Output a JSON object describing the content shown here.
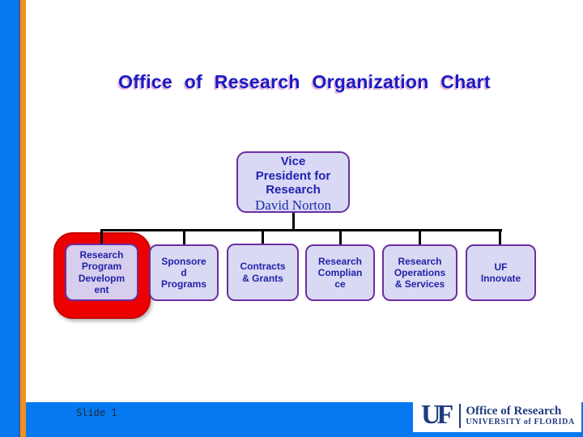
{
  "title": "Office of Research Organization Chart",
  "slide_label": "Slide 1",
  "org": {
    "root": {
      "title": "Vice\nPresident for\nResearch",
      "name": "David Norton"
    },
    "children": [
      {
        "display": "Research\nProgram\nDevelopm\nent",
        "highlighted": true
      },
      {
        "display": "Sponsore\nd\nPrograms",
        "highlighted": false
      },
      {
        "display": "Contracts\n& Grants",
        "highlighted": false
      },
      {
        "display": "Research\nComplian\nce",
        "highlighted": false
      },
      {
        "display": "Research\nOperations\n& Services",
        "highlighted": false
      },
      {
        "display": "UF\nInnovate",
        "highlighted": false
      }
    ]
  },
  "footer_logo": {
    "monogram": "UF",
    "unit": "Office of Research",
    "institution": "UNIVERSITY of FLORIDA"
  },
  "colors": {
    "accent_blue": "#0678F0",
    "stripe_orange": "#F0911E",
    "highlight_red": "#EC0000",
    "box_fill": "#D9D9F3",
    "box_border": "#6B2FA0",
    "box_text": "#2222AA",
    "title_blue": "#1A1AC4",
    "title_shadow_pink": "#E6BBDA",
    "logo_navy": "#1E3C7E"
  }
}
